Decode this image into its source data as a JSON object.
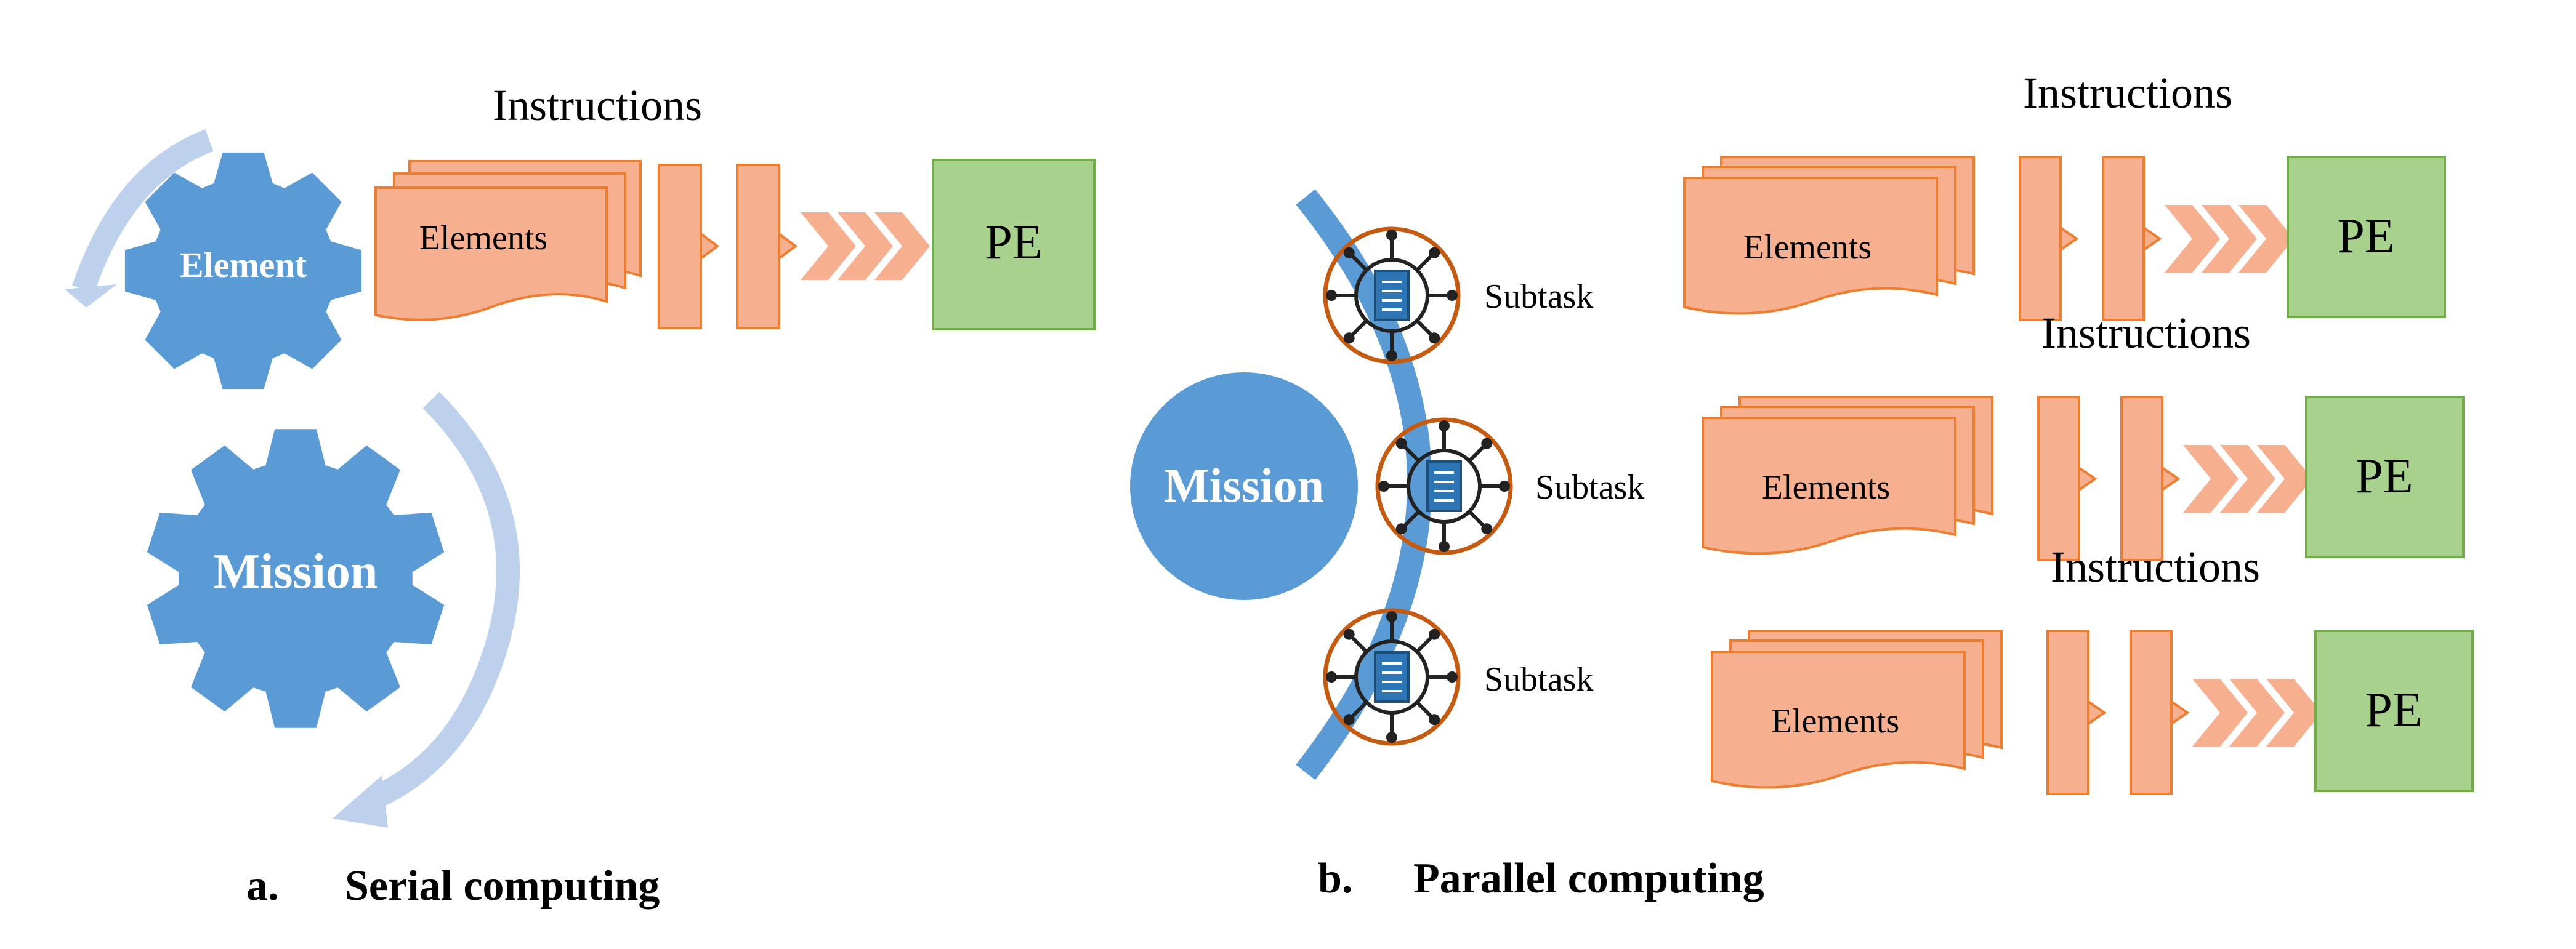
{
  "colors": {
    "gear_blue": "#5b9bd5",
    "arrow_light_blue": "#bdd0ec",
    "orange_fill": "#f7b08f",
    "orange_stroke": "#ed7d31",
    "green_fill": "#a9d18e",
    "green_stroke": "#70ad47",
    "subtask_ring": "#c55a11",
    "doc_blue": "#2e75b6"
  },
  "icons": [
    "gear-icon",
    "rotation-arrow-icon",
    "document-stack-icon",
    "chevron-arrow-icon",
    "subtask-network-icon",
    "document-icon"
  ],
  "serial": {
    "caption_letter": "a.",
    "caption_title": "Serial computing",
    "gear_top_label": "Element",
    "gear_bottom_label": "Mission",
    "pipeline": {
      "instructions": "Instructions",
      "elements": "Elements",
      "pe": "PE"
    }
  },
  "parallel": {
    "caption_letter": "b.",
    "caption_title": "Parallel computing",
    "mission_label": "Mission",
    "subtasks": [
      "Subtask",
      "Subtask",
      "Subtask"
    ],
    "pipelines": [
      {
        "instructions": "Instructions",
        "elements": "Elements",
        "pe": "PE"
      },
      {
        "instructions": "Instructions",
        "elements": "Elements",
        "pe": "PE"
      },
      {
        "instructions": "Instructions",
        "elements": "Elements",
        "pe": "PE"
      }
    ]
  }
}
